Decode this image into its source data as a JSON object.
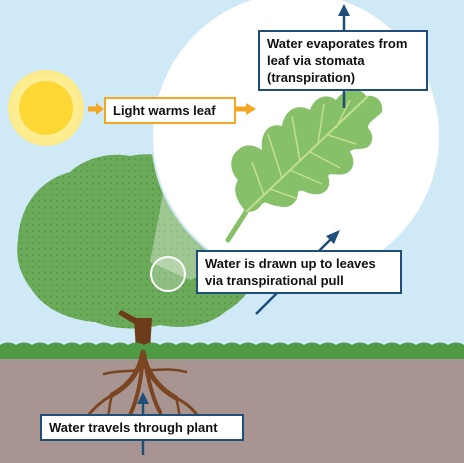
{
  "labels": {
    "evaporates": "Water evaporates from\nleaf via stomata\n(transpiration)",
    "light": "Light warms leaf",
    "drawn_up": "Water is drawn up to leaves\nvia transpirational pull",
    "travels": "Water travels through plant"
  },
  "colors": {
    "sky": "#cfe9f7",
    "sun": "#fdd835",
    "sun_glow": "#fff2a8",
    "foliage": "#6aaa58",
    "leaf": "#86c069",
    "trunk": "#6b3b1a",
    "grass": "#4f9b45",
    "soil": "#a89591",
    "arrow": "#1f4e79",
    "light_arrow": "#f5a623"
  }
}
